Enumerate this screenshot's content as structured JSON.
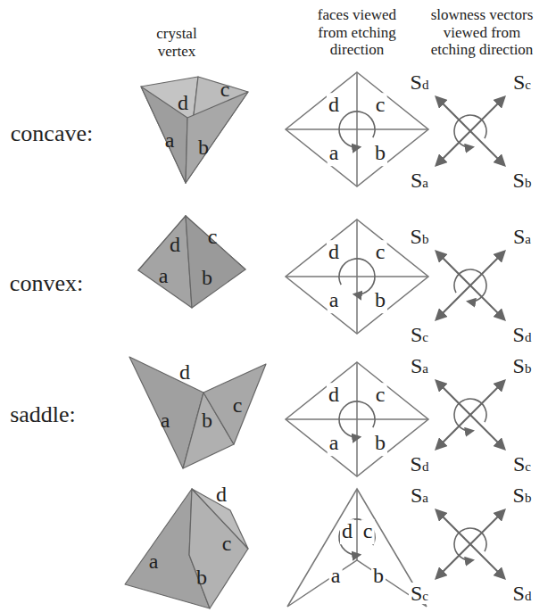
{
  "diagram": {
    "labels": [
      "crystal vertex",
      "faces viewed from etching direction",
      "slowness vectors viewed from etching direction",
      "concave:",
      "convex:",
      "saddle:",
      "d",
      "c",
      "a",
      "b",
      "d",
      "c",
      "a",
      "b",
      "Sd",
      "Sc",
      "Sa",
      "Sb",
      "d",
      "c",
      "a",
      "b",
      "d",
      "c",
      "a",
      "b",
      "Sb",
      "Sa",
      "Sc",
      "Sd",
      "d",
      "b",
      "c",
      "a",
      "d",
      "c",
      "a",
      "b",
      "Sa",
      "Sb",
      "Sd",
      "Sc",
      "d",
      "a",
      "b",
      "c",
      "d",
      "c",
      "a",
      "b",
      "Sa",
      "Sb",
      "Sc",
      "Sd"
    ]
  }
}
